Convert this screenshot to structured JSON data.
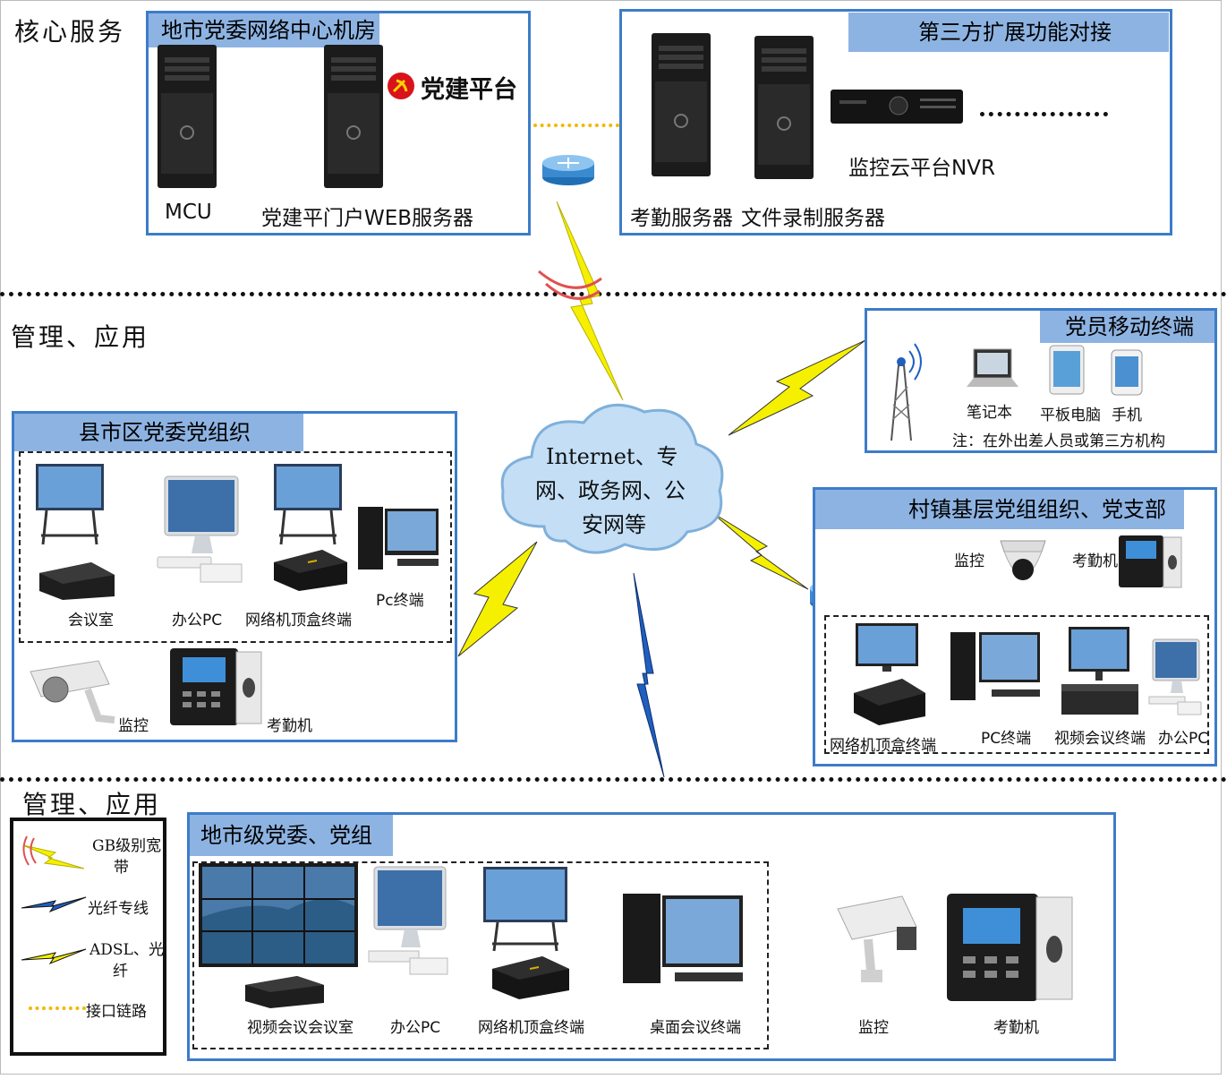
{
  "sections": {
    "core": "核心服务",
    "mgmt1": "管理、应用",
    "mgmt2": "管理、应用"
  },
  "core_room": {
    "title": "地市党委网络中心机房",
    "logo_text": "党建平台",
    "mcu": "MCU",
    "web": "党建平门户WEB服务器"
  },
  "third_party": {
    "title": "第三方扩展功能对接",
    "attendance_server": "考勤服务器",
    "recording_server": "文件录制服务器",
    "nvr": "监控云平台NVR"
  },
  "cloud": {
    "line1": "Internet、专",
    "line2": "网、政务网、公",
    "line3": "安网等"
  },
  "mobile": {
    "title": "党员移动终端",
    "laptop": "笔记本",
    "tablet": "平板电脑",
    "phone": "手机",
    "note": "注：在外出差人员或第三方机构"
  },
  "county": {
    "title": "县市区党委党组织",
    "meeting": "会议室",
    "office_pc": "办公PC",
    "stb": "网络机顶盒终端",
    "pc": "Pc终端",
    "monitor": "监控",
    "attendance": "考勤机"
  },
  "village": {
    "title": "村镇基层党组组织、党支部",
    "monitor": "监控",
    "attendance": "考勤机",
    "stb": "网络机顶盒终端",
    "pc": "PC终端",
    "video": "视频会议终端",
    "office_pc": "办公PC"
  },
  "city": {
    "title": "地市级党委、党组织",
    "video_room": "视频会议会议室",
    "office_pc": "办公PC",
    "stb": "网络机顶盒终端",
    "desktop": "桌面会议终端",
    "monitor": "监控",
    "attendance": "考勤机"
  },
  "legend": {
    "gb_line1": "GB级别宽",
    "gb_line2": "带",
    "fiber": "光纤专线",
    "adsl_line1": "ADSL、光",
    "adsl_line2": "纤",
    "link": "接口链路"
  },
  "colors": {
    "frame_border": "#3d7cc9",
    "header_fill": "#8db3e2",
    "lightning_yellow": "#f5f000",
    "lightning_blue": "#1f5fbf",
    "interface_link": "#f2b800"
  }
}
